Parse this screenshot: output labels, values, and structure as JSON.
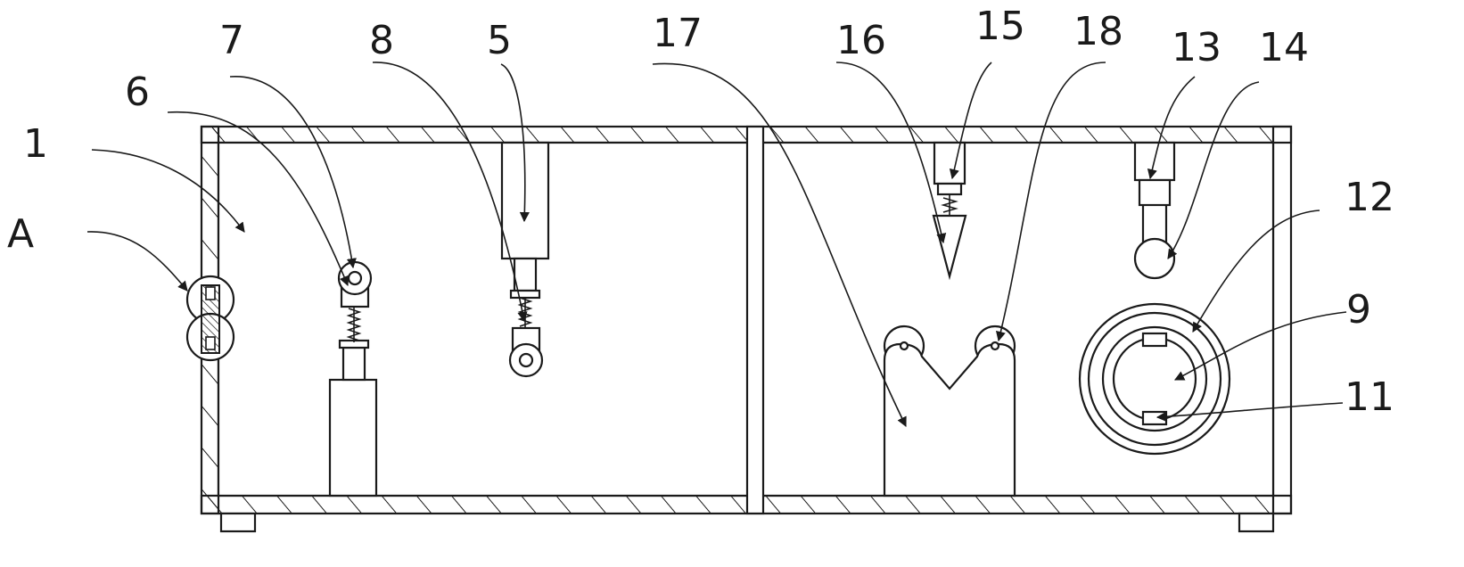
{
  "figure": {
    "labels": {
      "A": "A",
      "n1": "1",
      "n5": "5",
      "n6": "6",
      "n7": "7",
      "n8": "8",
      "n9": "9",
      "n11": "11",
      "n12": "12",
      "n13": "13",
      "n14": "14",
      "n15": "15",
      "n16": "16",
      "n17": "17",
      "n18": "18"
    },
    "line_color": "#1a1a1a",
    "background": "#ffffff"
  }
}
